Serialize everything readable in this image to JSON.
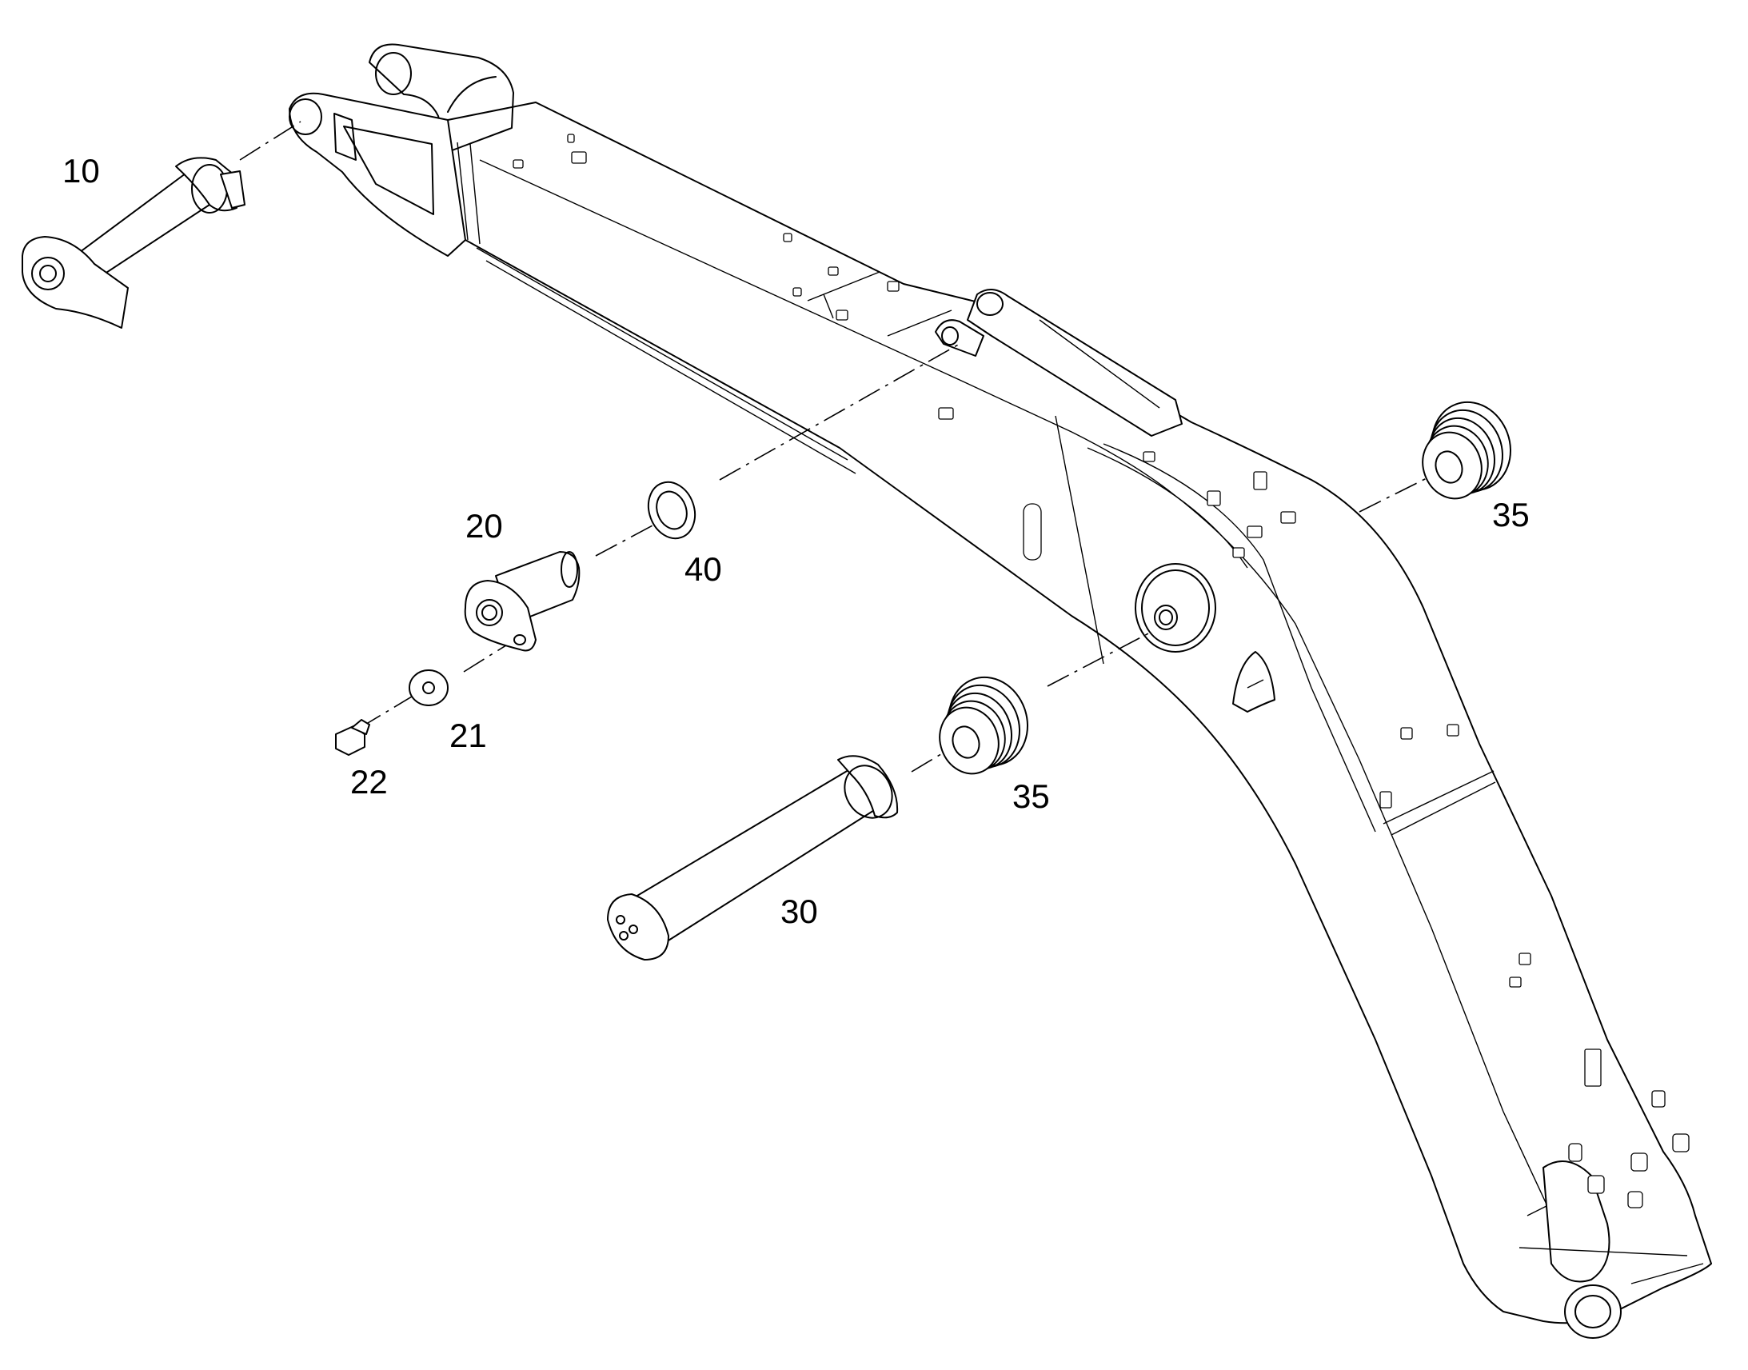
{
  "diagram": {
    "labels": {
      "part_10": "10",
      "part_20": "20",
      "part_21": "21",
      "part_22": "22",
      "part_30": "30",
      "part_35_upper": "35",
      "part_35_lower": "35",
      "part_40": "40"
    },
    "colors": {
      "line": "#000000",
      "background": "#ffffff"
    }
  }
}
